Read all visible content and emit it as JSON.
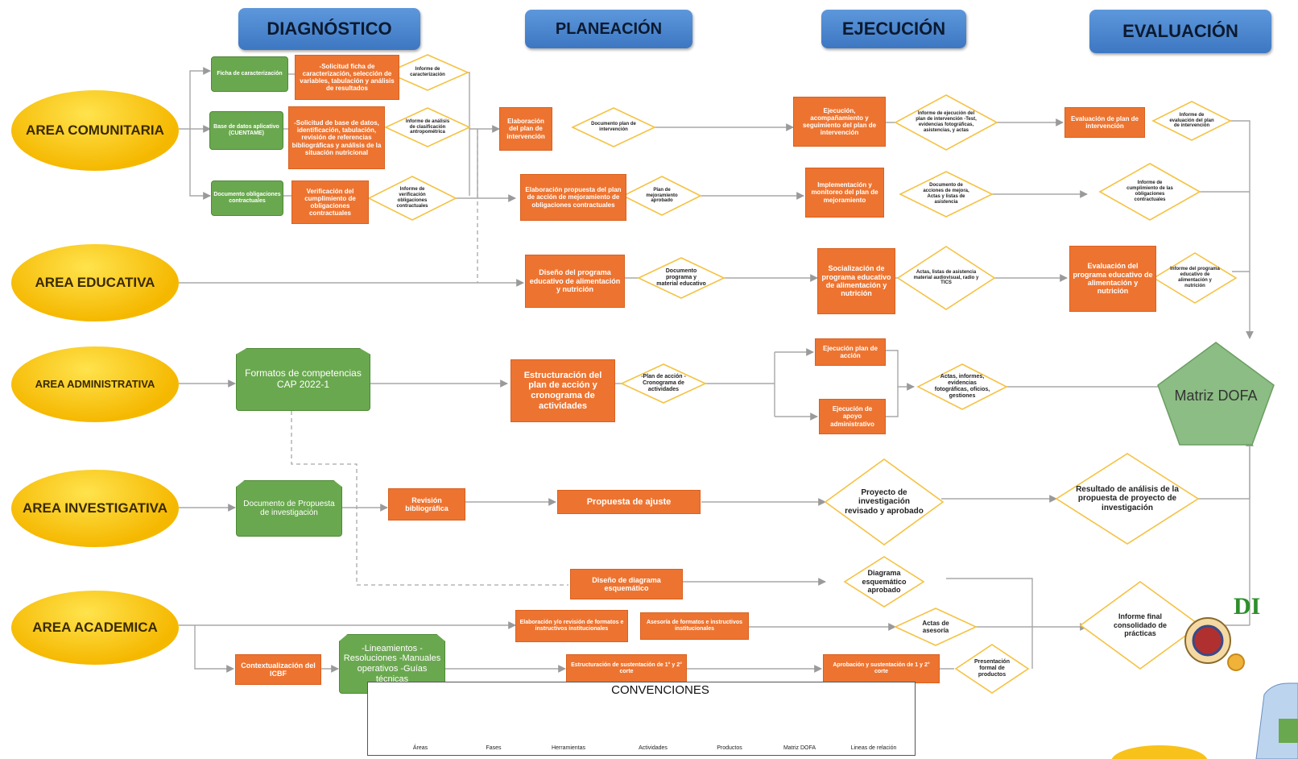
{
  "phases": {
    "diagnostico": "DIAGNÓSTICO",
    "planeacion": "PLANEACIÓN",
    "ejecucion": "EJECUCIÓN",
    "evaluacion": "EVALUACIÓN"
  },
  "areas": {
    "comunitaria": "AREA COMUNITARIA",
    "educativa": "AREA EDUCATIVA",
    "administrativa": "AREA ADMINISTRATIVA",
    "investigativa": "AREA INVESTIGATIVA",
    "academica": "AREA ACADEMICA"
  },
  "tools": {
    "ficha": "Ficha de caracterización",
    "base_datos": "Base de datos aplicativo (CUENTAME)",
    "documento_obligaciones": "Documento obligaciones contractuales",
    "formatos_cap": "Formatos de competencias CAP 2022-1",
    "documento_propuesta": "Documento de Propuesta de investigación",
    "lineamientos": "-Lineamientos -Resoluciones -Manuales operativos -Guías técnicas"
  },
  "activities": {
    "solicitud_ficha": "-Solicitud ficha de caracterización, selección de variables, tabulación y análisis de resultados",
    "solicitud_base": "-Solicitud de base de datos, identificación, tabulación, revisión de referencias bibliográficas y análisis de la situación nutricional",
    "verificacion": "Verificación del cumplimiento de obligaciones contractuales",
    "elaboracion_plan": "Elaboración del plan de intervención",
    "elaboracion_propuesta": "Elaboración propuesta del plan de acción de mejoramiento de obligaciones contractuales",
    "diseno_programa": "Diseño del programa educativo de alimentación y nutrición",
    "estructuracion_plan": "Estructuración del plan de acción y cronograma de actividades",
    "revision_bibliografica": "Revisión bibliográfica",
    "propuesta_ajuste": "Propuesta de ajuste",
    "diseno_diagrama": "Diseño de diagrama esquemático",
    "elaboracion_formatos": "Elaboración y/o revisión de formatos e instructivos institucionales",
    "asesoria_formatos": "Asesoría de formatos e instructivos institucionales",
    "contextualizacion": "Contextualización del ICBF",
    "estructuracion_sustentacion": "Estructuración de sustentación de 1° y 2° corte",
    "ejecucion_acompanamiento": "Ejecución, acompañamiento y seguimiento del plan de intervención",
    "implementacion": "Implementación y monitoreo del plan de mejoramiento",
    "socializacion": "Socialización de programa educativo de alimentación y nutrición",
    "ejecucion_plan_accion": "Ejecución plan de acción",
    "ejecucion_apoyo": "Ejecución de apoyo administrativo",
    "aprobacion_sustentacion": "Aprobación y sustentación de 1 y 2° corte",
    "evaluacion_plan": "Evaluación de plan de intervención",
    "evaluacion_programa": "Evaluación del programa educativo de alimentación y nutrición"
  },
  "products": {
    "informe_caracterizacion": "Informe de caracterización",
    "informe_analisis": "Informe de análisis de clasificación antropométrica",
    "informe_verificacion": "Informe de verificación obligaciones contractuales",
    "documento_plan": "Documento plan de intervención",
    "plan_mejoramiento": "Plan de mejoramiento aprobado",
    "documento_programa": "Documento programa y material educativo",
    "plan_accion_crono": "-Plan de acción -Cronograma de actividades",
    "informe_ejecucion": "Informe de ejecución del plan de intervención -Test, evidencias fotográficas, asistencias, y actas",
    "documento_acciones": "Documento de acciones de mejora, Actas y listas de asistencia",
    "actas_listas": "Actas, listas de asistencia material audiovisual, radio y TICS",
    "actas_informes": "Actas, informes, evidencias fotográficas, oficios, gestiones",
    "proyecto_investigacion": "Proyecto de investigación revisado y aprobado",
    "diagrama_aprobado": "Diagrama esquemático aprobado",
    "actas_asesoria": "Actas de asesoría",
    "presentacion_formal": "Presentación formal de productos",
    "informe_evaluacion_plan": "Informe de evaluación del plan de intervención",
    "informe_cumplimiento": "Informe de cumplimiento de las obligaciones contractuales",
    "informe_programa": "Informe del programa educativo de alimentación y nutrición",
    "resultado_analisis": "Resultado de análisis de la propuesta de proyecto de investigación",
    "informe_final": "Informe final consolidado de prácticas"
  },
  "matrix": "Matriz DOFA",
  "legend": {
    "title": "CONVENCIONES",
    "areas": "Áreas",
    "fases": "Fases",
    "herramientas": "Herramientas",
    "actividades": "Actividades",
    "productos": "Productos",
    "matriz": "Matriz DOFA",
    "lineas": "Lineas de relación"
  },
  "logo_text": "DI",
  "colors": {
    "phase": "#4a86d4",
    "area": "#f8c21a",
    "tool": "#6aa84f",
    "activity": "#ed7430",
    "product_border": "#f5c242",
    "matrix": "#8cbd84"
  }
}
